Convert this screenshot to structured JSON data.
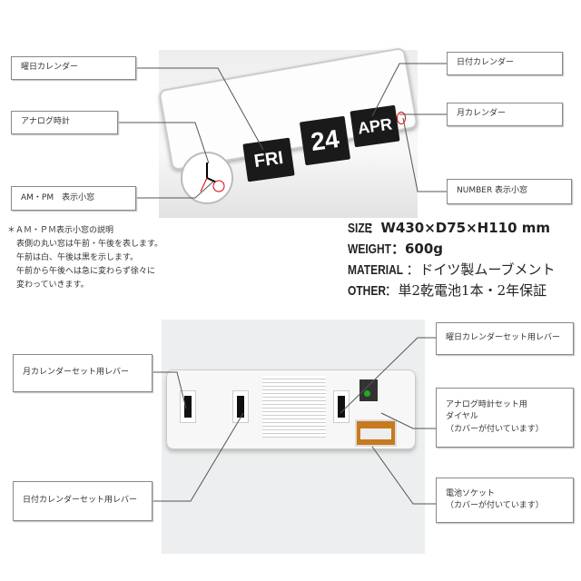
{
  "front": {
    "labels": {
      "weekday": "曜日カレンダー",
      "analog": "アナログ時計",
      "ampm": "AM・PM　表示小窓",
      "date": "日付カレンダー",
      "month": "月カレンダー",
      "number": "NUMBER 表示小窓"
    },
    "flips": {
      "weekday": "FRI",
      "date": "24",
      "month": "APR"
    }
  },
  "note": [
    "＊ＡＭ・ＰＭ表示小窓の説明",
    "表側の丸い窓は午前・午後を表します。",
    "午前は白、午後は黒を示します。",
    "午前から午後へは急に変わらず徐々に",
    "変わっていきます。"
  ],
  "specs": [
    {
      "key": "SIZE",
      "value": "：W430×D75×H110 mm"
    },
    {
      "key": "WEIGHT",
      "value": "：600g"
    },
    {
      "key": "MATERIAL",
      "value": "：ドイツ製ムーブメント"
    },
    {
      "key": "OTHER",
      "value": "：単2乾電池1本・2年保証"
    }
  ],
  "back": {
    "labels": {
      "month_lever": "月カレンダーセット用レバー",
      "date_lever": "日付カレンダーセット用レバー",
      "weekday_lever": "曜日カレンダーセット用レバー",
      "dial": [
        "アナログ時計セット用",
        "ダイヤル",
        "（カバーが付いています）"
      ],
      "battery": [
        "電池ソケット",
        "（カバーが付いています）"
      ]
    }
  }
}
